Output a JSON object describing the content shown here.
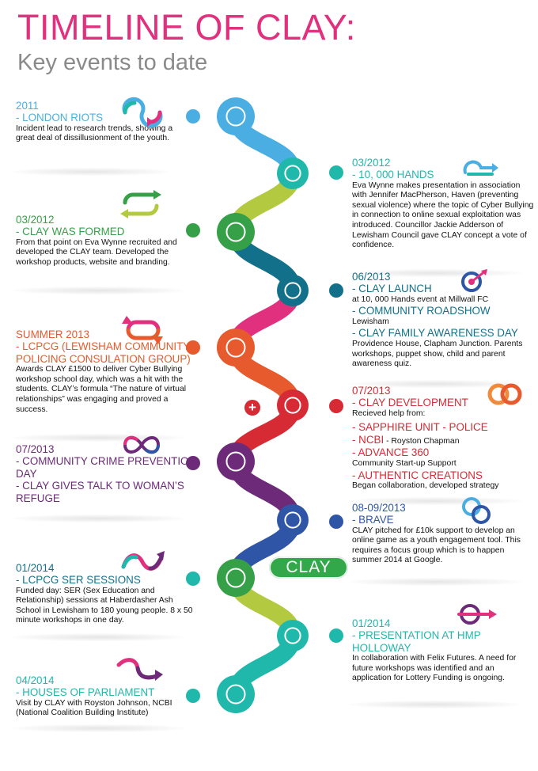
{
  "header": {
    "title": "TIMELINE OF CLAY:",
    "subtitle": "Key events to date"
  },
  "brand": {
    "label": "CLAY",
    "color": "#33a84a"
  },
  "plus_symbol": "+",
  "colors": {
    "title": "#e0307e",
    "subtitle": "#8a8a8a",
    "light_blue": "#4aaee3",
    "teal": "#1fb8ab",
    "green": "#36a048",
    "dark_teal": "#12708a",
    "orange": "#e65a2d",
    "red": "#d62a35",
    "purple": "#6c2a79",
    "royal_blue": "#2f56a6",
    "lime": "#b3c940",
    "pink": "#e0307e"
  },
  "events": [
    {
      "id": "e1",
      "year": "2011",
      "heading": "- LONDON RIOTS",
      "body": "Incident lead to research trends, showing a great deal of dissillusionment of the youth.",
      "color": "#4aaee3",
      "icon": "loop-arrows-icon"
    },
    {
      "id": "e2",
      "year": "03/2012",
      "heading": "- 10, 000 HANDS",
      "body": "Eva Wynne makes presentation in association with Jennifer MacPherson, Haven (preventing sexual violence) where the topic of Cyber Bullying in connection to online sexual exploitation was introduced. Councillor Jackie Adderson of Lewisham Council gave CLAY concept a vote of confidence.",
      "color": "#1fb8ab",
      "icon": "curl-arrow-icon"
    },
    {
      "id": "e3",
      "year": "03/2012",
      "heading": "- CLAY WAS FORMED",
      "body": "From that point on Eva Wynne recruited and developed the CLAY team. Developed the workshop products, website and branding.",
      "color": "#36a048",
      "icon": "swap-arrows-icon"
    },
    {
      "id": "e4",
      "year": "06/2013",
      "color": "#12708a",
      "icon": "target-arrow-icon",
      "items": [
        {
          "heading": "- CLAY LAUNCH",
          "body": "at 10, 000 Hands event at Millwall FC"
        },
        {
          "heading": "- COMMUNITY ROADSHOW",
          "body": "Lewisham"
        },
        {
          "heading": "- CLAY FAMILY AWARENESS DAY",
          "body": "Providence House, Clapham Junction. Parents workshops, puppet show, child and parent awareness quiz."
        }
      ]
    },
    {
      "id": "e5",
      "year": "SUMMER 2013",
      "heading": "- LCPCG (LEWISHAM COMMUNITY POLICING CONSULATION GROUP)",
      "body": "Awards CLAY £1500 to deliver Cyber Bullying workshop school day, which was a hit with the students. CLAY’s formula “The nature of virtual relationships” was engaging and proved a success.",
      "color": "#e65a2d",
      "icon": "cycle-arrows-icon"
    },
    {
      "id": "e6",
      "year": "07/2013",
      "color": "#d62a35",
      "icon": "link-rings-icon",
      "intro": "- CLAY DEVELOPMENT",
      "intro_body": "Recieved help from:",
      "items": [
        {
          "heading": "- SAPPHIRE UNIT - POLICE",
          "body": ""
        },
        {
          "heading": "- NCBI",
          "note": " - Royston Chapman",
          "body": ""
        },
        {
          "heading": "- ADVANCE 360",
          "body": "Community Start-up Support"
        },
        {
          "heading": "- AUTHENTIC CREATIONS",
          "body": "Began collaboration, developed strategy"
        }
      ]
    },
    {
      "id": "e7",
      "year": "07/2013",
      "color": "#6c2a79",
      "icon": "infinity-arrows-icon",
      "items": [
        {
          "heading": "- COMMUNITY CRIME PREVENTION DAY",
          "body": ""
        },
        {
          "heading": "- CLAY GIVES TALK TO WOMAN’S REFUGE",
          "body": ""
        }
      ]
    },
    {
      "id": "e8",
      "year": "08-09/2013",
      "heading": "- BRAVE",
      "body": "CLAY pitched for £10k support to develop an online game as a youth engagement tool. This requires a focus group which is to happen summer 2014 at Google.",
      "color": "#2f56a6",
      "icon": "double-rings-icon"
    },
    {
      "id": "e9",
      "year": "01/2014",
      "heading": "- LCPCG SER SESSIONS",
      "body": "Funded day: SER (Sex Education and Relationship) sessions at Haberdasher Ash School in Lewisham to 180 young people. 8 x 50 minute workshops in one day.",
      "color": "#12708a",
      "icon": "wave-arrow-icon"
    },
    {
      "id": "e10",
      "year": "01/2014",
      "heading": "- PRESENTATION AT HMP HOLLOWAY",
      "body": "In collaboration with Felix Futures. A need for future workshops was identified and an application for Lottery Funding is ongoing.",
      "color": "#1fb8ab",
      "icon": "ring-arrow-icon"
    },
    {
      "id": "e11",
      "year": "04/2014",
      "heading": "- HOUSES OF PARLIAMENT",
      "body": "Visit by CLAY with Royston Johnson, NCBI (National Coalition Building Institute)",
      "color": "#1fb8ab",
      "icon": "hook-arrow-icon"
    }
  ]
}
